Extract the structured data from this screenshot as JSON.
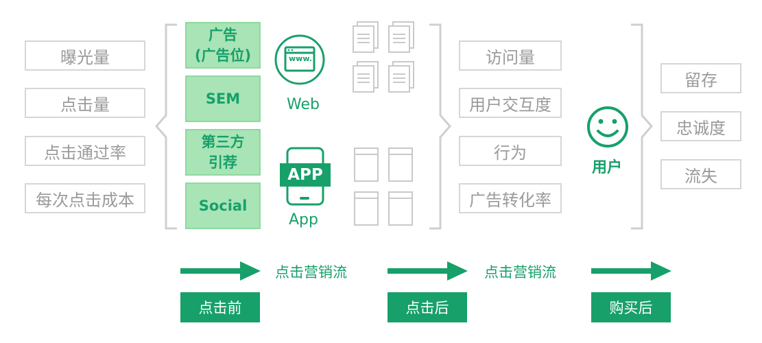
{
  "left_metrics": [
    "曝光量",
    "点击量",
    "点击通过率",
    "每次点击成本"
  ],
  "channels": [
    {
      "line1": "广告",
      "line2": "(广告位)"
    },
    {
      "line1": "SEM",
      "line2": ""
    },
    {
      "line1": "第三方",
      "line2": "引荐"
    },
    {
      "line1": "Social",
      "line2": ""
    }
  ],
  "web": {
    "label": "Web",
    "badge": "www."
  },
  "app": {
    "label": "App",
    "badge": "APP"
  },
  "mid_metrics": [
    "访问量",
    "用户交互度",
    "行为",
    "广告转化率"
  ],
  "user": {
    "label": "用户"
  },
  "right_metrics": [
    "留存",
    "忠诚度",
    "流失"
  ],
  "flow_labels": [
    "点击营销流",
    "点击营销流"
  ],
  "stages": [
    "点击前",
    "点击后",
    "购买后"
  ],
  "colors": {
    "accent": "#17a06a",
    "channel_fill": "#a8e4b6",
    "muted": "#9a9a9a",
    "border": "#d6d6d6"
  }
}
